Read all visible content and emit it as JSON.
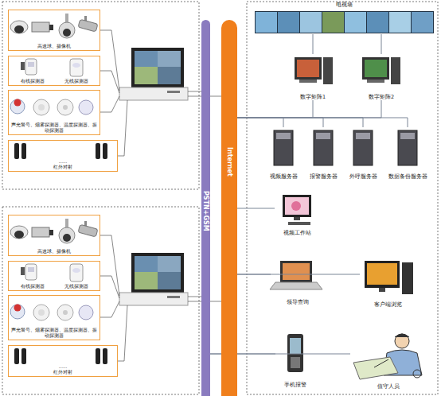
{
  "diagram": {
    "nodes": [
      {
        "text": [
          "高速球、摄像机"
        ]
      },
      {
        "text": [
          "有线探测器",
          "无线探测器"
        ]
      },
      {
        "text": [
          "声光警号、烟雾探测器、温度探测器、振动探测器"
        ]
      },
      {
        "text": [
          "......",
          "红外对射"
        ]
      },
      {
        "text": [
          "高速球、摄像机"
        ]
      },
      {
        "text": [
          "有线探测器",
          "无线探测器"
        ]
      },
      {
        "text": [
          "声光警号、烟雾探测器、温度探测器、振动探测器"
        ]
      },
      {
        "text": [
          "......",
          "红外对射"
        ]
      },
      {
        "text": [
          "PSTN+GSM"
        ]
      },
      {
        "text": [
          "Internet"
        ]
      },
      {
        "text": [
          "电视墙"
        ]
      },
      {
        "text": [
          "数字矩阵1"
        ]
      },
      {
        "text": [
          "数字矩阵2"
        ]
      },
      {
        "text": [
          "视频服务器"
        ]
      },
      {
        "text": [
          "报警服务器"
        ]
      },
      {
        "text": [
          "外呼服务器"
        ]
      },
      {
        "text": [
          "数据备份服务器"
        ]
      },
      {
        "text": [
          "视频工作站"
        ]
      },
      {
        "text": [
          "领导查询"
        ]
      },
      {
        "text": [
          "客户端浏览"
        ]
      },
      {
        "text": [
          "手机报警"
        ]
      },
      {
        "text": [
          "值守人员"
        ]
      }
    ],
    "edges": [
      {
        "from": 11,
        "to": 10,
        "arrow": "none"
      },
      {
        "from": 12,
        "to": 10,
        "arrow": "none"
      },
      {
        "from": 9,
        "to": 11,
        "arrow": "none"
      },
      {
        "from": 9,
        "to": 12,
        "arrow": "none"
      },
      {
        "from": 9,
        "to": 13,
        "arrow": "none"
      },
      {
        "from": 9,
        "to": 14,
        "arrow": "none"
      },
      {
        "from": 9,
        "to": 15,
        "arrow": "none"
      },
      {
        "from": 9,
        "to": 16,
        "arrow": "none"
      },
      {
        "from": 9,
        "to": 17,
        "arrow": "none"
      },
      {
        "from": 9,
        "to": 18,
        "arrow": "none"
      },
      {
        "from": 9,
        "to": 19,
        "arrow": "none"
      },
      {
        "from": 8,
        "to": 20,
        "arrow": "none"
      },
      {
        "from": 8,
        "to": 21,
        "arrow": "none"
      }
    ]
  }
}
